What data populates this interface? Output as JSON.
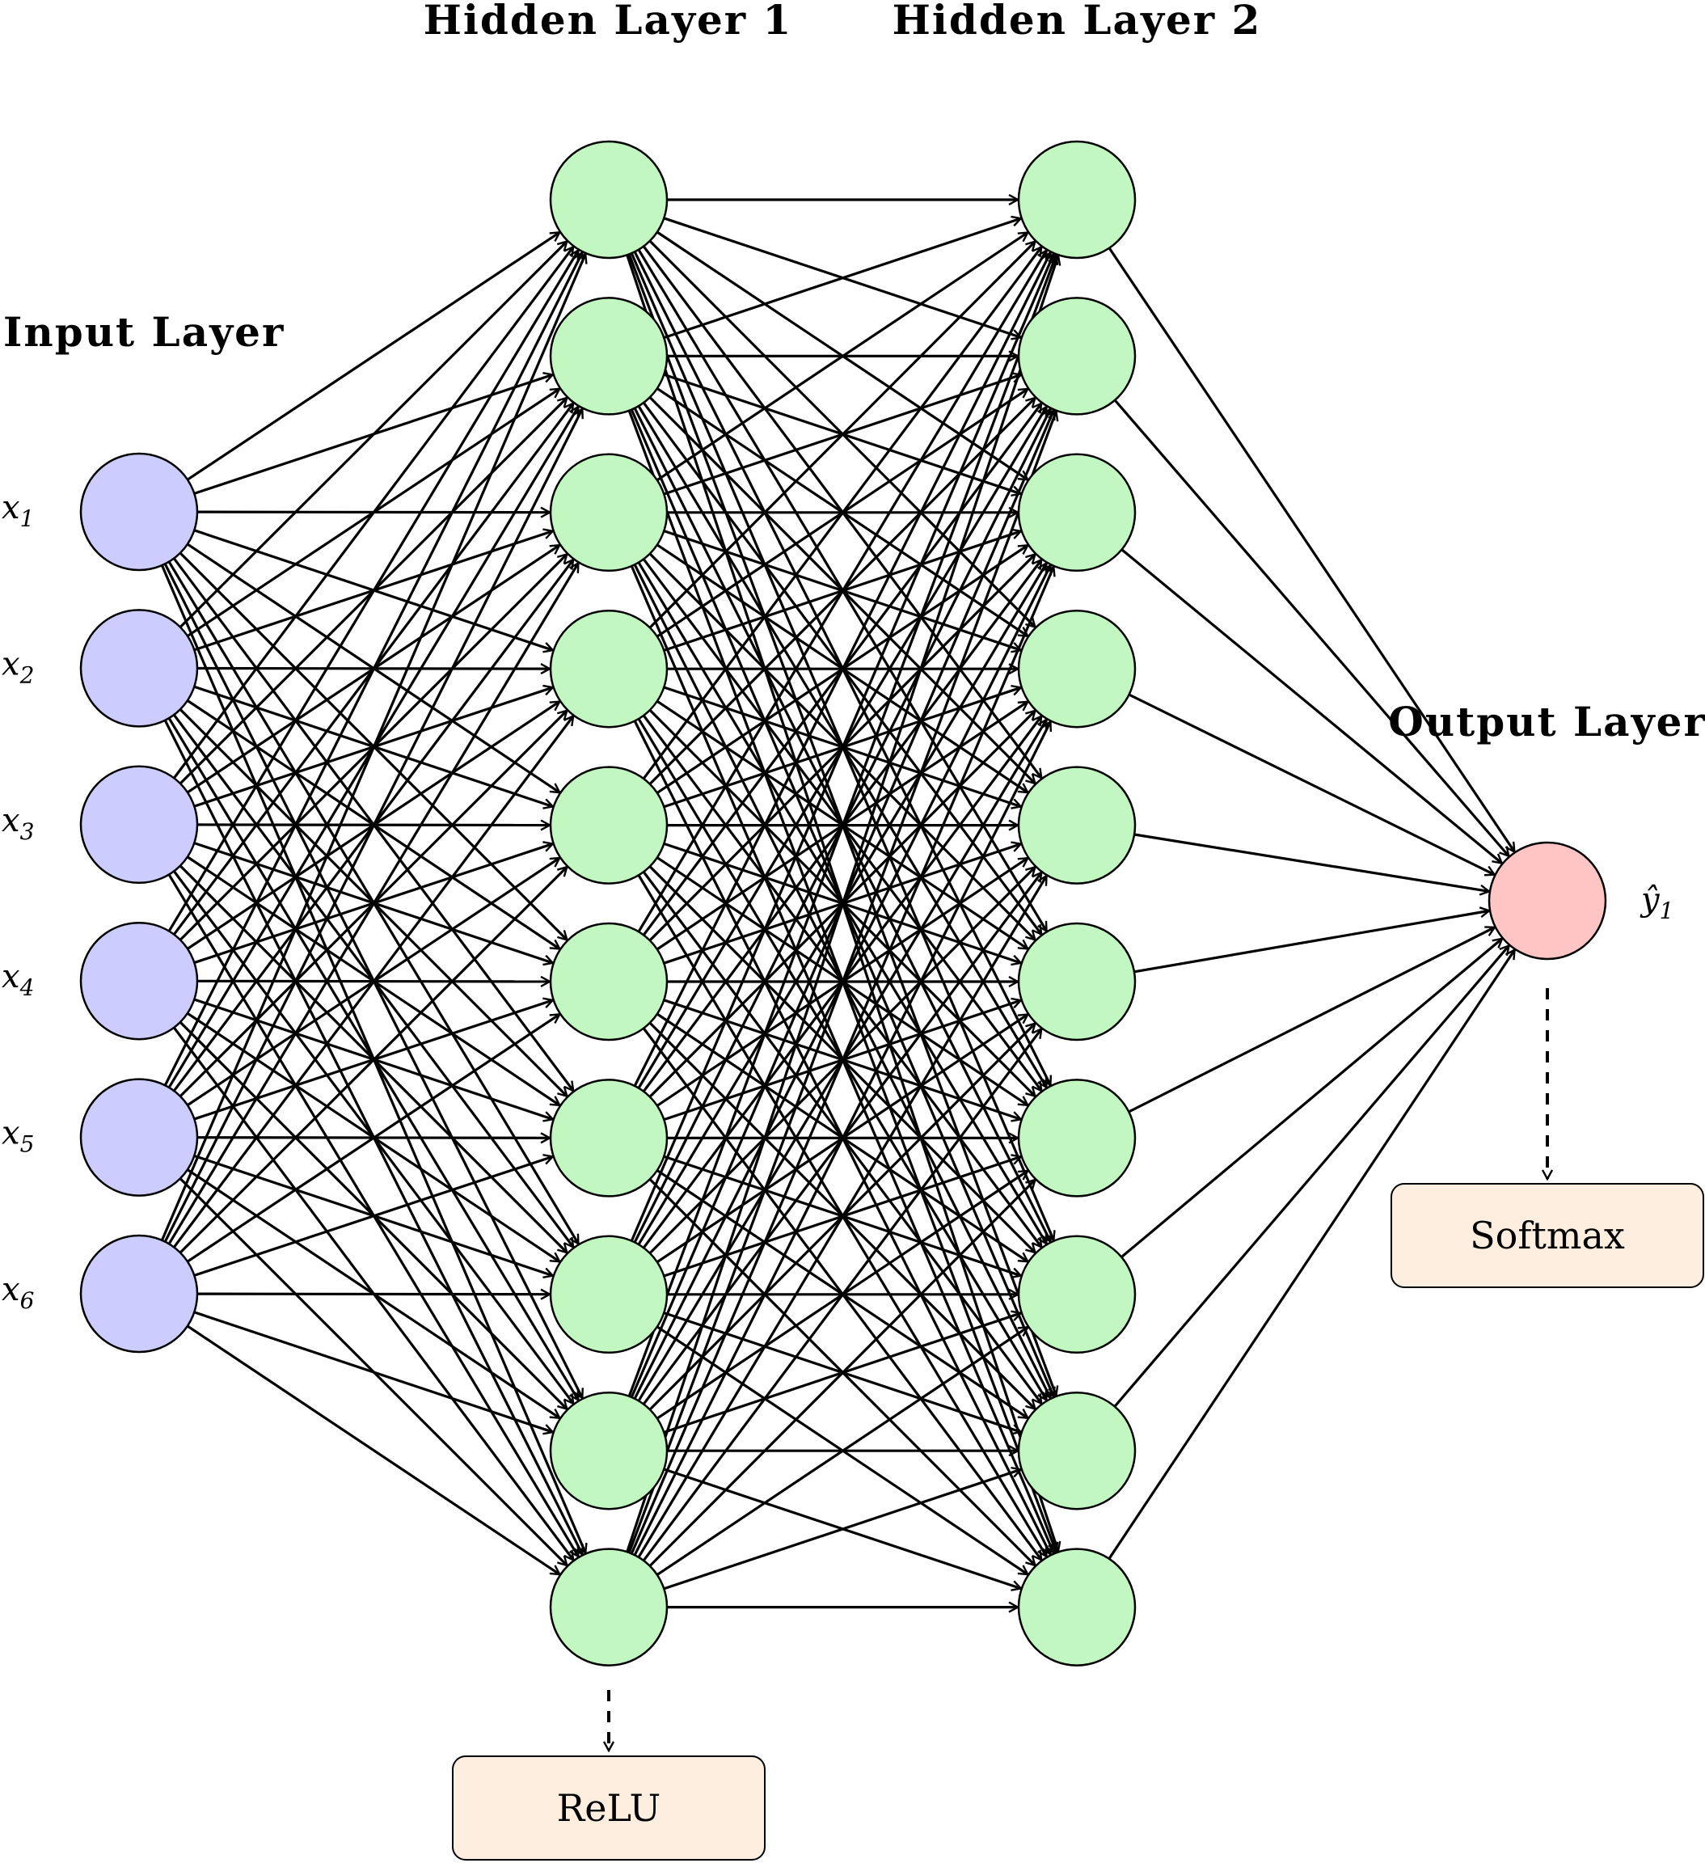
{
  "titles": {
    "input": "Input Layer",
    "hidden1": "Hidden Layer 1",
    "hidden2": "Hidden Layer 2",
    "output": "Output Layer"
  },
  "layers": {
    "input": {
      "count": 6,
      "color": "#ccccff",
      "labels": [
        {
          "base": "x",
          "sub": "1"
        },
        {
          "base": "x",
          "sub": "2"
        },
        {
          "base": "x",
          "sub": "3"
        },
        {
          "base": "x",
          "sub": "4"
        },
        {
          "base": "x",
          "sub": "5"
        },
        {
          "base": "x",
          "sub": "6"
        }
      ]
    },
    "hidden1": {
      "count": 10,
      "color": "#c2f7c2"
    },
    "hidden2": {
      "count": 10,
      "color": "#c2f7c2"
    },
    "output": {
      "count": 1,
      "color": "#ffc4c4",
      "labels": [
        {
          "base": "ŷ",
          "sub": "1"
        }
      ]
    }
  },
  "activations": {
    "hidden": {
      "label": "ReLU",
      "color": "#fdeee0"
    },
    "output": {
      "label": "Softmax",
      "color": "#fdeee0"
    }
  },
  "connections": "fully-connected"
}
